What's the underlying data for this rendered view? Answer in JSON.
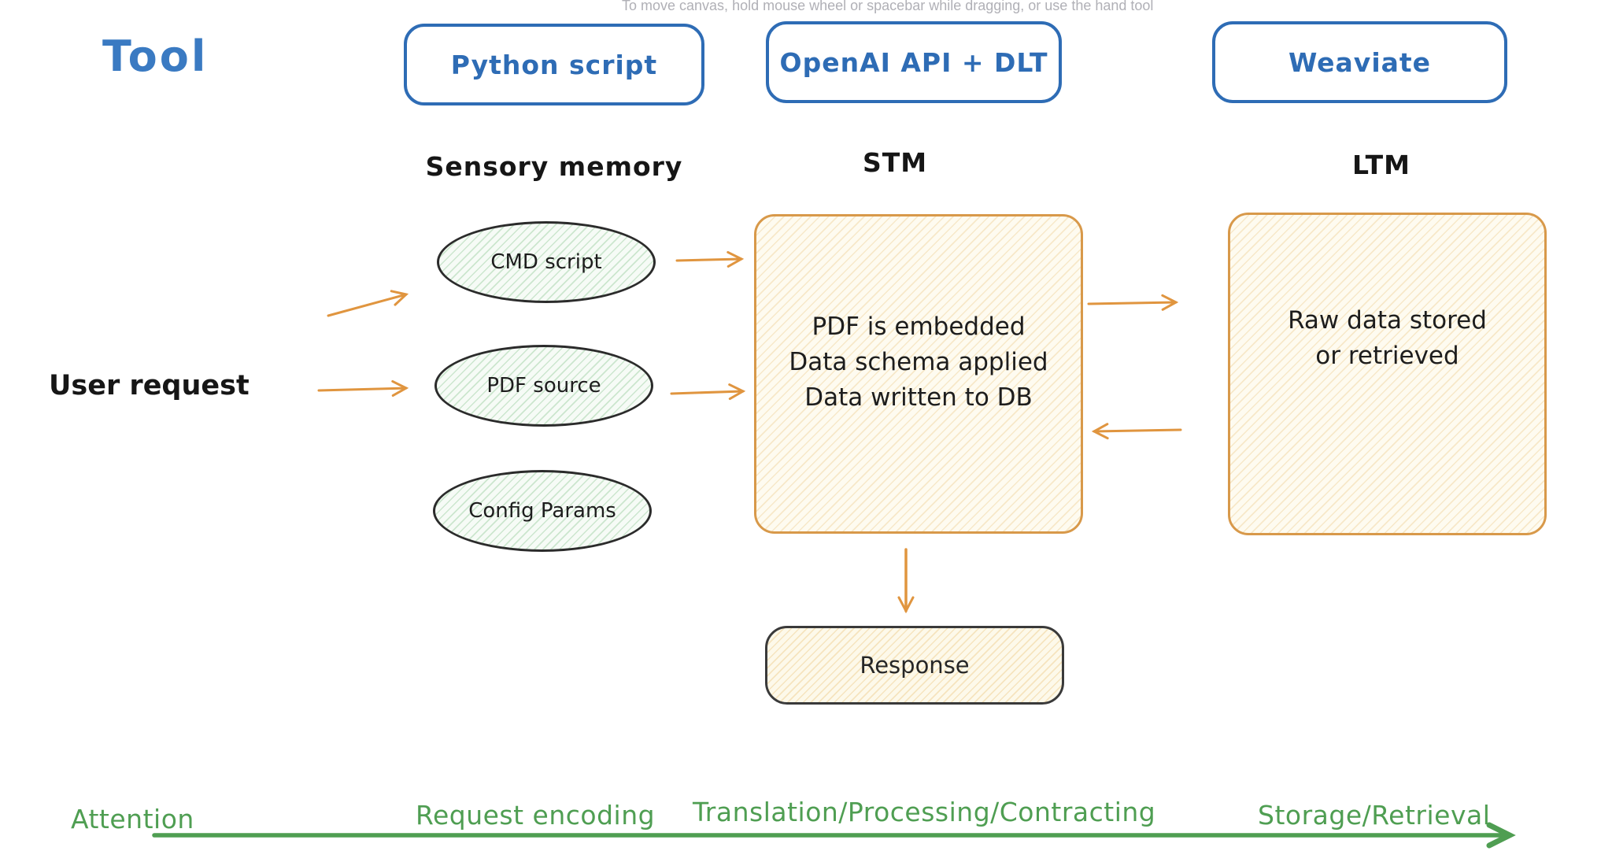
{
  "hint_bar": {
    "text": "To move canvas, hold mouse wheel or spacebar while dragging, or use the hand tool"
  },
  "legend": {
    "title": "Tool"
  },
  "tool_row": {
    "python": "Python script",
    "openai": "OpenAI API + DLT",
    "weaviate": "Weaviate"
  },
  "memory_row": {
    "sensory": "Sensory memory",
    "stm": "STM",
    "ltm": "LTM"
  },
  "inputs": {
    "user_request": "User request",
    "cmd_script": "CMD script",
    "pdf_source": "PDF source",
    "config_params": "Config Params"
  },
  "stm_box": {
    "line1": "PDF is embedded",
    "line2": "Data schema applied",
    "line3": "Data written to DB"
  },
  "ltm_box": {
    "line1": "Raw data stored",
    "line2": "or retrieved"
  },
  "response_box": {
    "label": "Response"
  },
  "process_axis": {
    "attention": "Attention",
    "request_encoding": "Request encoding",
    "translation": "Translation/Processing/Contracting",
    "storage": "Storage/Retrieval"
  },
  "colors": {
    "blue": "#2e6cb5",
    "ink_black": "#1d1d1d",
    "green_ellipse_fill": "#eaf5ea",
    "yellow_box_fill": "#fdf9ec",
    "orange_arrow": "#e0953f",
    "orange_border": "#d8994a",
    "green_axis": "#4f9e52",
    "hint_gray": "#b0b0b6"
  }
}
